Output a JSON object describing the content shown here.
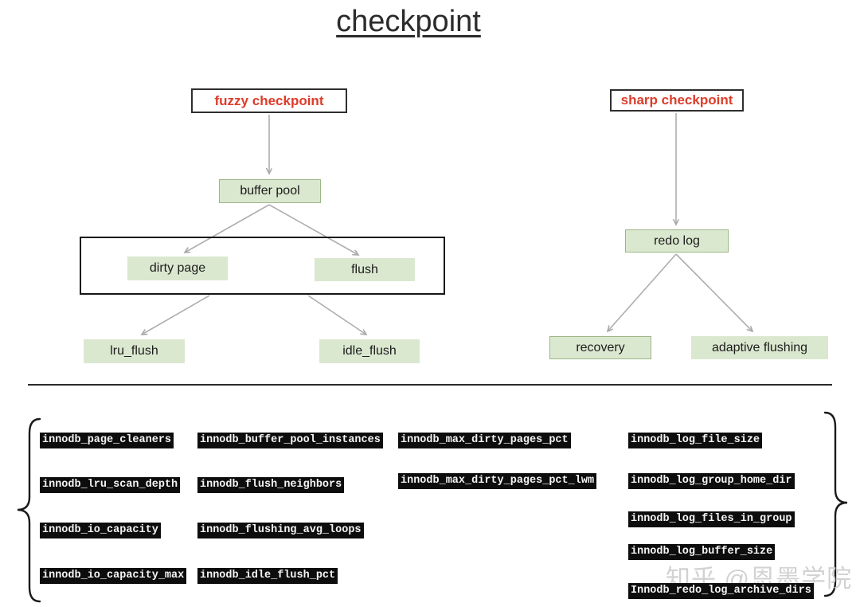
{
  "title": "checkpoint",
  "nodes": {
    "fuzzy_checkpoint": "fuzzy checkpoint",
    "sharp_checkpoint": "sharp checkpoint",
    "buffer_pool": "buffer pool",
    "dirty_page": "dirty page",
    "flush": "flush",
    "lru_flush": "lru_flush",
    "idle_flush": "idle_flush",
    "redo_log": "redo log",
    "recovery": "recovery",
    "adaptive_flushing": "adaptive flushing"
  },
  "parameters": {
    "columns": [
      {
        "items": [
          "innodb_page_cleaners",
          "innodb_lru_scan_depth",
          "innodb_io_capacity",
          "innodb_io_capacity_max"
        ]
      },
      {
        "items": [
          "innodb_buffer_pool_instances",
          "innodb_flush_neighbors",
          "innodb_flushing_avg_loops",
          "innodb_idle_flush_pct"
        ]
      },
      {
        "items": [
          "innodb_max_dirty_pages_pct",
          "innodb_max_dirty_pages_pct_lwm"
        ]
      },
      {
        "items": [
          "innodb_log_file_size",
          "innodb_log_group_home_dir",
          "innodb_log_files_in_group",
          "innodb_log_buffer_size",
          "Innodb_redo_log_archive_dirs"
        ]
      }
    ]
  },
  "watermark": "知乎 @恩墨学院",
  "colors": {
    "checkpoint_label_red": "#dd3c2a",
    "node_green_fill": "#dbe8d0",
    "node_green_border": "#9cb585",
    "box_border_dark": "#161616",
    "param_bg": "#0d0d0d",
    "param_text": "#f5f5f5",
    "arrow_gray": "#a9a9a9",
    "watermark_gray": "#d2d2d2"
  }
}
